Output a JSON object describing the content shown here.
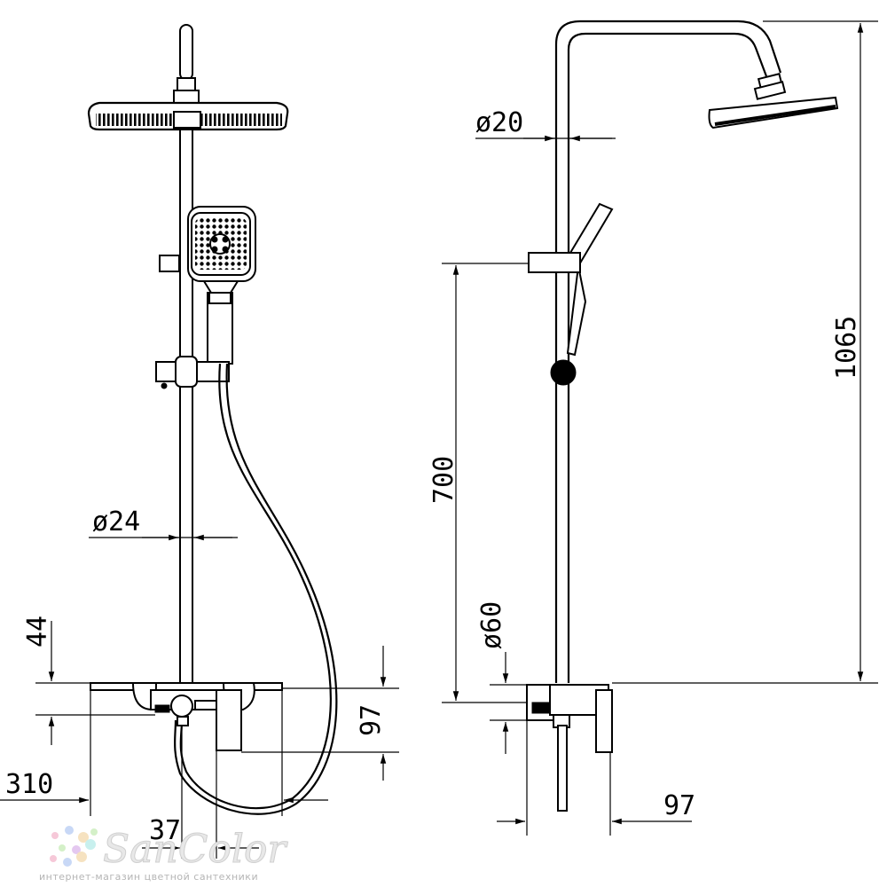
{
  "dimensions": {
    "left_view": {
      "rail_diameter": "ø24",
      "bracket_height": "44",
      "spout_height": "97",
      "shelf_width": "310",
      "spout_offset": "37"
    },
    "right_view": {
      "pipe_diameter": "ø20",
      "holder_height": "700",
      "total_height": "1065",
      "flange_diameter": "ø60",
      "projection": "97"
    }
  },
  "watermark": {
    "brand": "SanColor",
    "tagline": "интернет-магазин цветной сантехники",
    "dot_colors": [
      "#f6c8d8",
      "#c8d8f6",
      "#f6e2c0",
      "#d4f0c8",
      "#e4c8f0",
      "#c8f0ee"
    ]
  }
}
